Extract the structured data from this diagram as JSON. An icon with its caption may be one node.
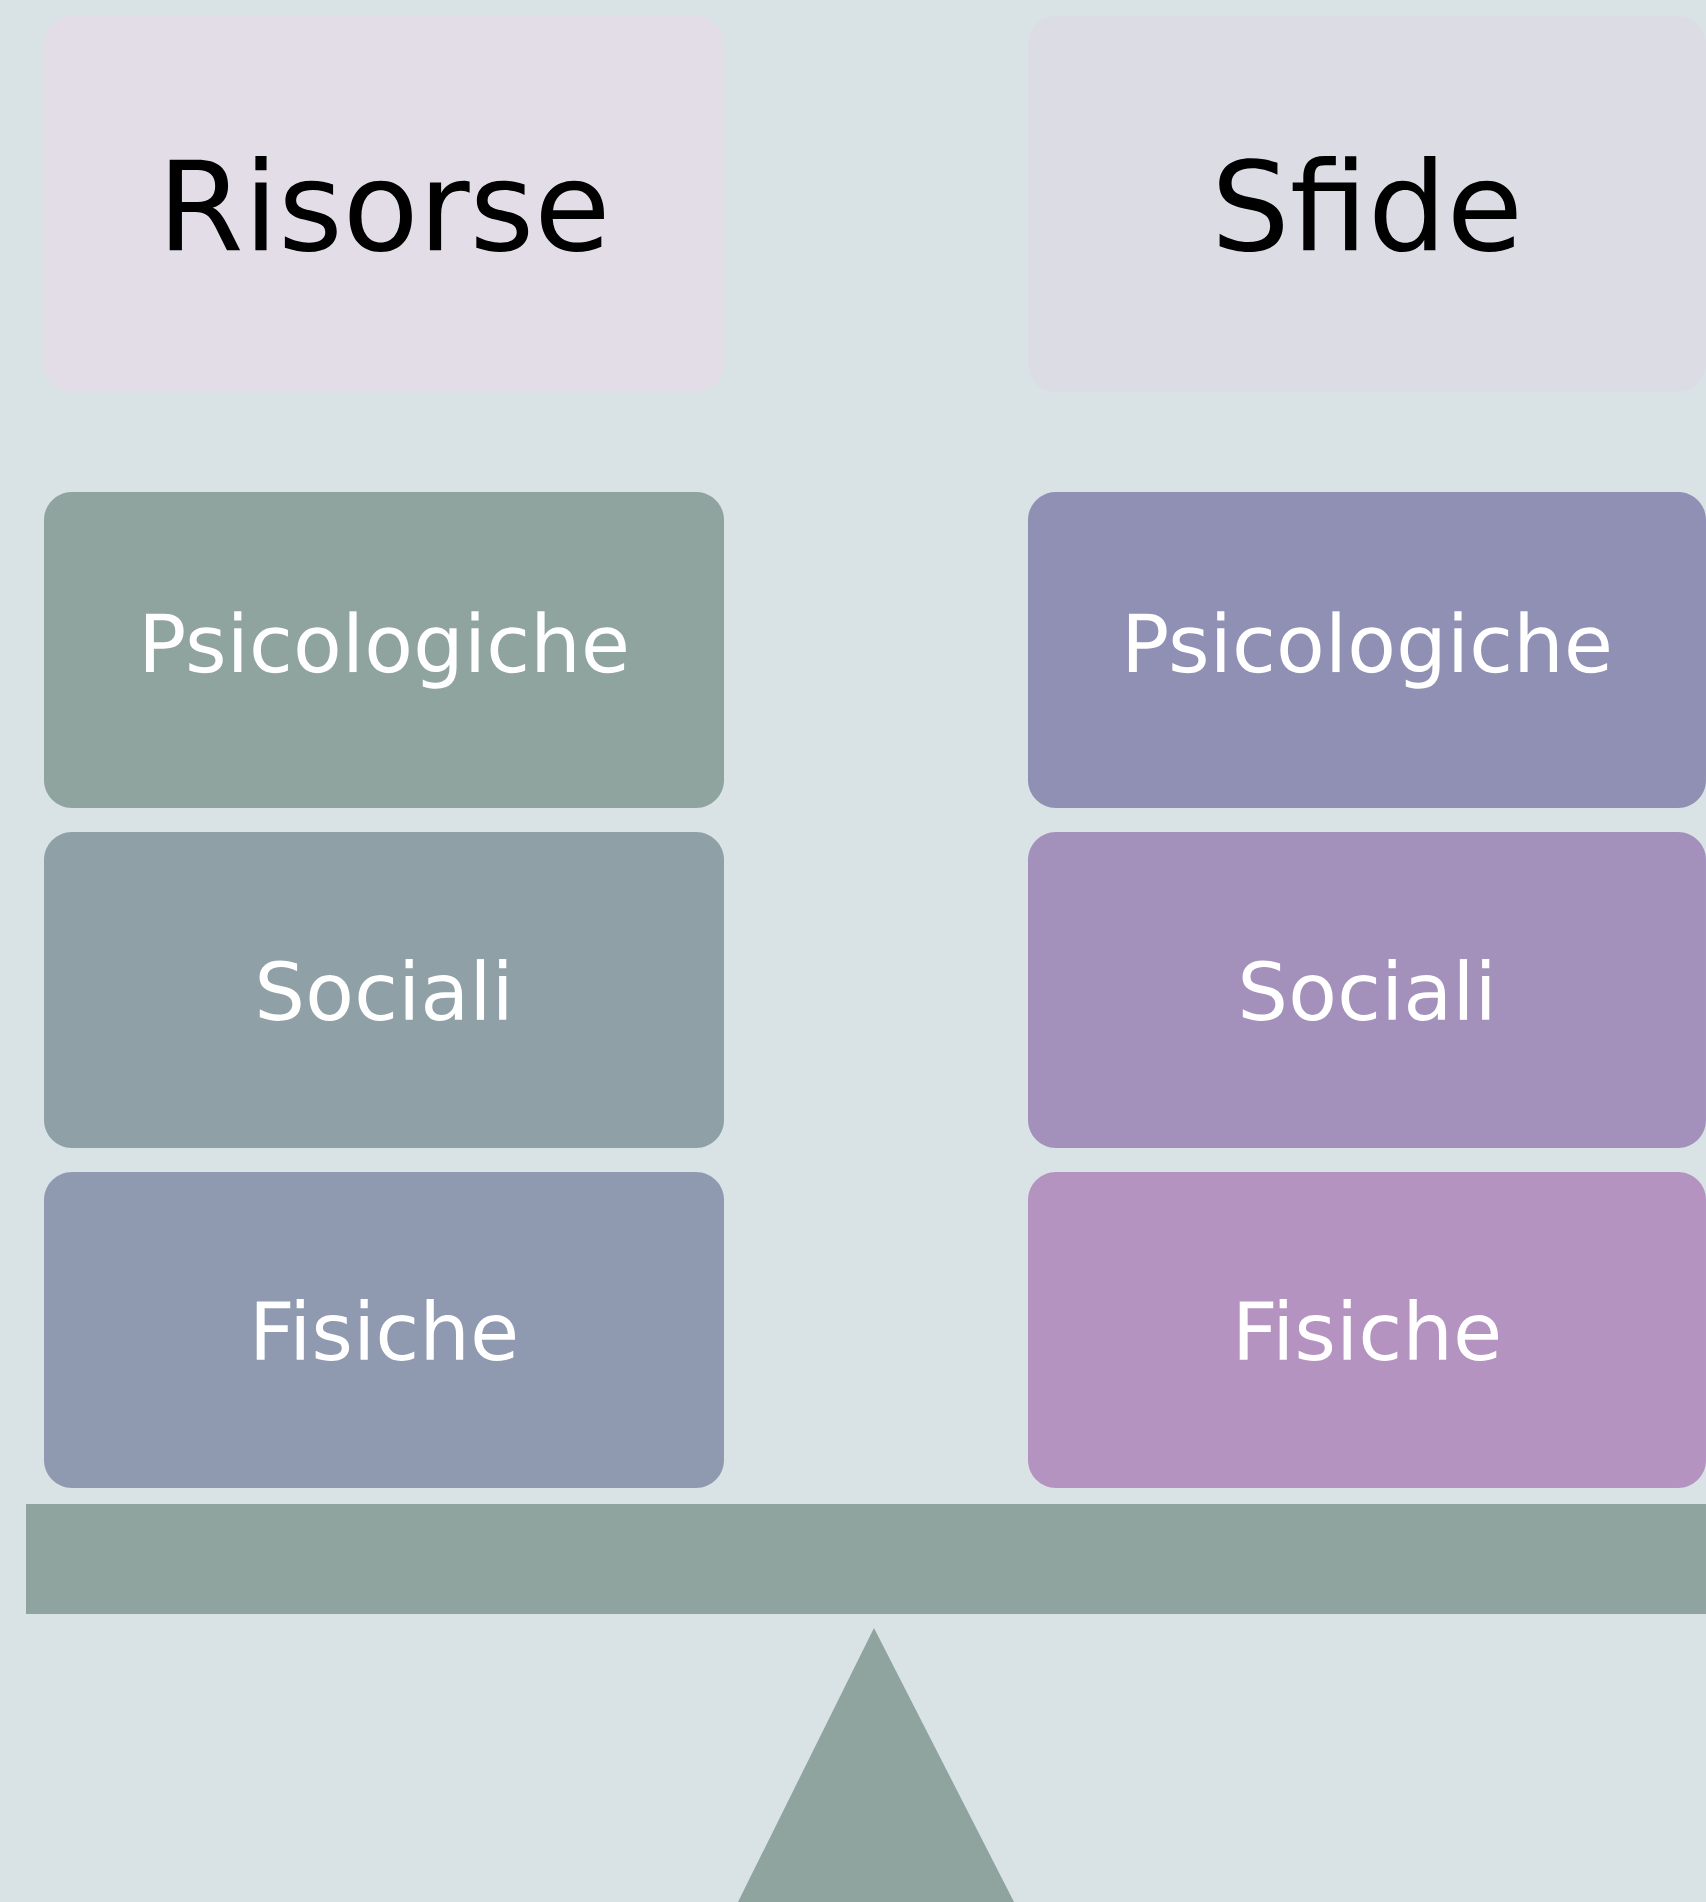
{
  "diagram": {
    "nodes": [
      {
        "text": [
          "Risorse"
        ]
      },
      {
        "text": [
          "Sfide"
        ]
      },
      {
        "text": [
          "Psicologiche"
        ]
      },
      {
        "text": [
          "Sociali"
        ]
      },
      {
        "text": [
          "Fisiche"
        ]
      },
      {
        "text": [
          "Psicologiche"
        ]
      },
      {
        "text": [
          "Sociali"
        ]
      },
      {
        "text": [
          "Fisiche"
        ]
      }
    ]
  }
}
